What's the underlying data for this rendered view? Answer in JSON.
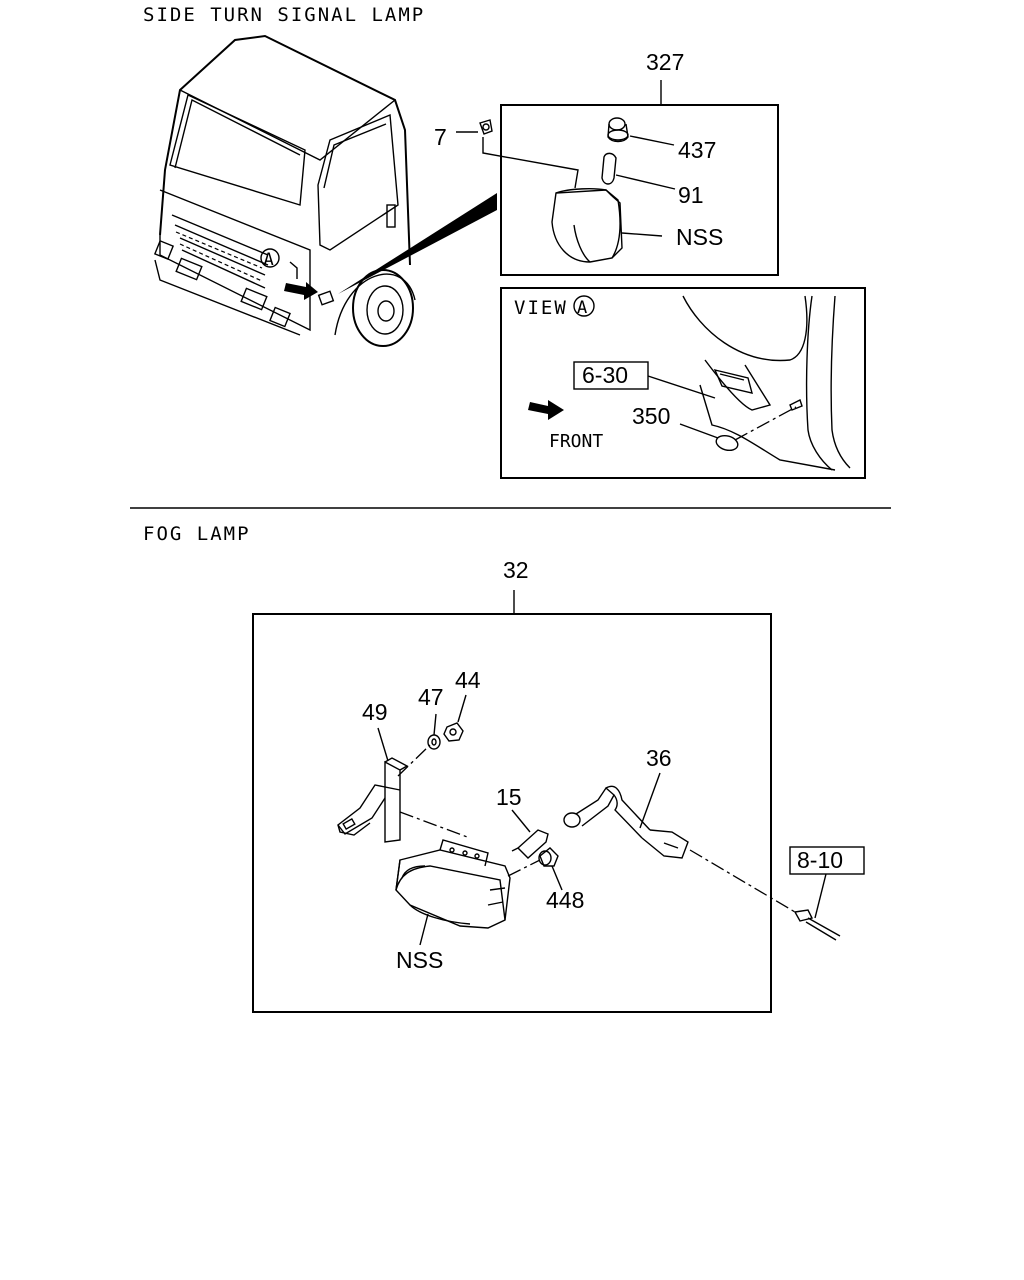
{
  "sections": {
    "side_turn": {
      "title": "SIDE TURN SIGNAL LAMP",
      "labels": {
        "assy": "327",
        "nut": "7",
        "socket": "437",
        "bulb": "91",
        "lens": "NSS",
        "view": "VIEW",
        "view_marker": "A",
        "cab_marker": "A",
        "ref": "6-30",
        "grommet": "350",
        "front": "FRONT"
      }
    },
    "fog": {
      "title": "FOG LAMP",
      "labels": {
        "assy": "32",
        "bracket": "49",
        "washer": "47",
        "nut": "44",
        "harness": "36",
        "bulb": "15",
        "socket": "448",
        "lamp": "NSS",
        "ref": "8-10"
      }
    }
  }
}
